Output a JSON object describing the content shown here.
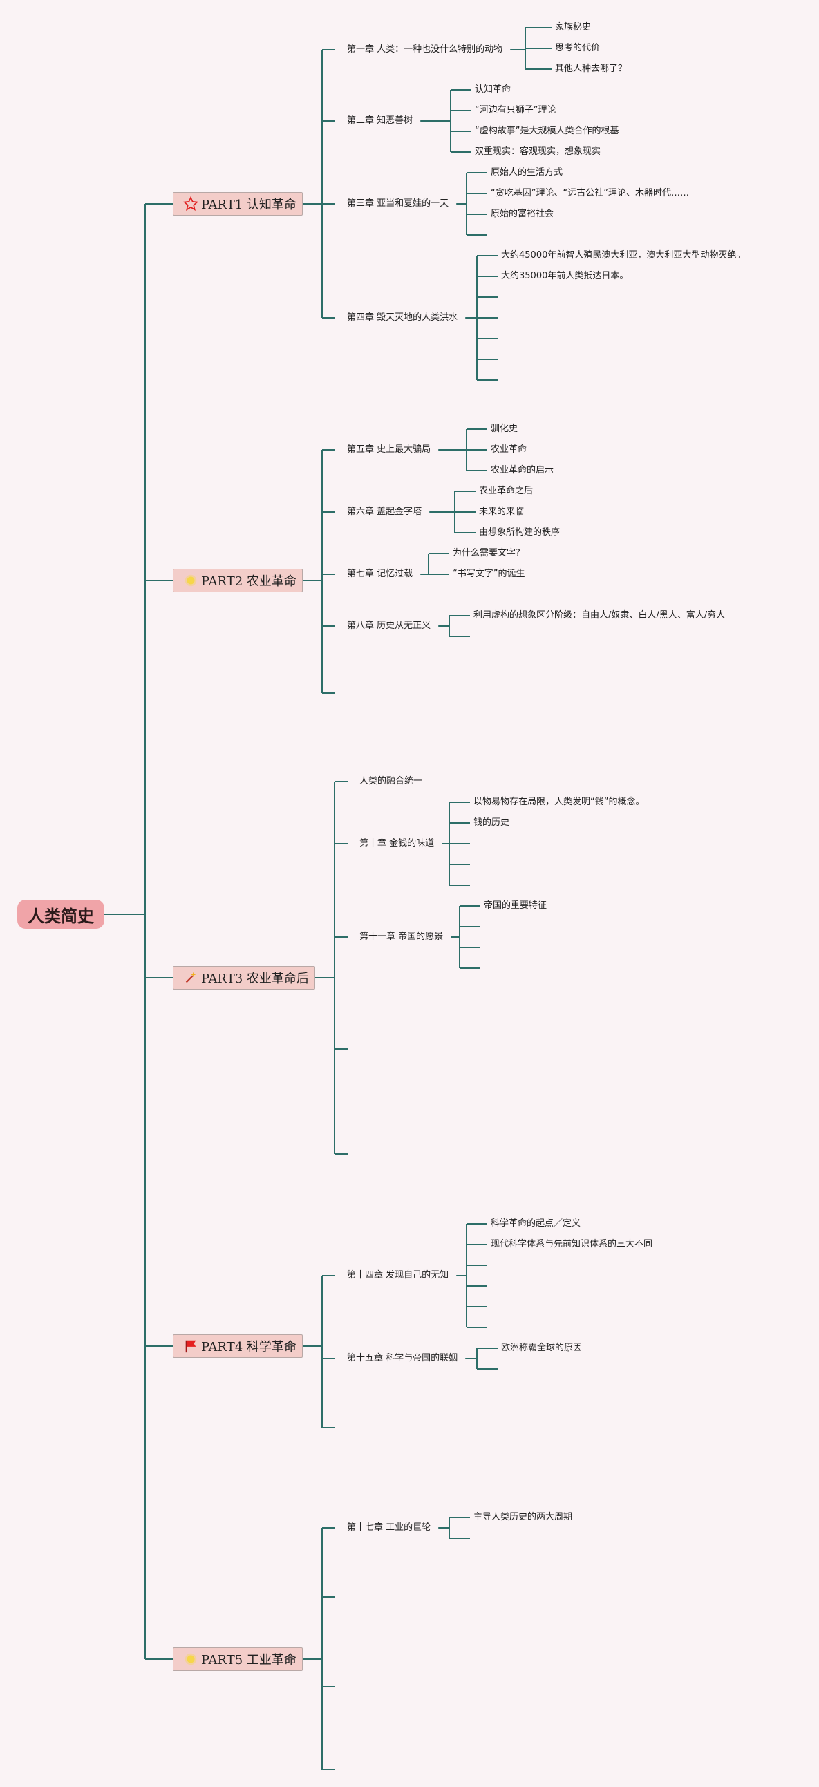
{
  "root": "人类简史",
  "parts": [
    {
      "label": "PART1 认知革命",
      "icon": "star-outline-icon",
      "chapters": [
        {
          "title": "第一章 人类：一种也没什么特别的动物",
          "items": [
            "家族秘史",
            "思考的代价",
            "其他人种去哪了？"
          ]
        },
        {
          "title": "第二章 知恶善树",
          "items": [
            "认知革命",
            "“河边有只狮子”理论",
            "“虚构故事”是大规模人类合作的根基",
            "双重现实：客观现实，想象现实"
          ]
        },
        {
          "title": "第三章 亚当和夏娃的一天",
          "items": [
            "原始人的生活方式",
            "“贪吃基因”理论、“远古公社”理论、木器时代……",
            "原始的富裕社会",
            ""
          ]
        },
        {
          "title": "第四章 毁天灭地的人类洪水",
          "items": [
            "大约45000年前智人殖民澳大利亚，澳大利亚大型动物灭绝。",
            "大约35000年前人类抵达日本。",
            "",
            "",
            "",
            "",
            ""
          ]
        }
      ]
    },
    {
      "label": "PART2 农业革命",
      "icon": "sun-icon",
      "chapters": [
        {
          "title": "第五章 史上最大骗局",
          "items": [
            "驯化史",
            "农业革命",
            "农业革命的启示"
          ]
        },
        {
          "title": "第六章 盖起金字塔",
          "items": [
            "农业革命之后",
            "未来的来临",
            "由想象所构建的秩序"
          ]
        },
        {
          "title": "第七章 记忆过载",
          "items": [
            "为什么需要文字?",
            "“书写文字”的诞生"
          ]
        },
        {
          "title": "第八章 历史从无正义",
          "items": [
            "利用虚构的想象区分阶级：自由人/奴隶、白人/黑人、富人/穷人",
            ""
          ]
        },
        {
          "title": "",
          "items": []
        }
      ]
    },
    {
      "label": "PART3 农业革命后",
      "icon": "magic-wand-icon",
      "chapters": [
        {
          "title": "人类的融合统一",
          "items": []
        },
        {
          "title": "第十章 金钱的味道",
          "items": [
            "以物易物存在局限，人类发明“钱”的概念。",
            "钱的历史",
            "",
            "",
            ""
          ]
        },
        {
          "title": "第十一章 帝国的愿景",
          "items": [
            "帝国的重要特征",
            "",
            "",
            ""
          ]
        },
        {
          "title": "",
          "items": []
        },
        {
          "title": "",
          "items": []
        }
      ]
    },
    {
      "label": "PART4 科学革命",
      "icon": "red-flag-icon",
      "chapters": [
        {
          "title": "第十四章 发现自己的无知",
          "items": [
            "科学革命的起点／定义",
            "现代科学体系与先前知识体系的三大不同",
            "",
            "",
            "",
            ""
          ]
        },
        {
          "title": "第十五章 科学与帝国的联姻",
          "items": [
            "欧洲称霸全球的原因",
            ""
          ]
        },
        {
          "title": "",
          "items": []
        }
      ]
    },
    {
      "label": "PART5 工业革命",
      "icon": "sun-icon",
      "chapters": [
        {
          "title": "第十七章 工业的巨轮",
          "items": [
            "主导人类历史的两大周期",
            ""
          ]
        },
        {
          "title": "",
          "items": []
        },
        {
          "title": "",
          "items": []
        },
        {
          "title": "",
          "items": []
        }
      ]
    }
  ],
  "colors": {
    "line": "#2d6e68",
    "root_bg": "#f0a4a8",
    "part_bg": "#f3cdc9",
    "background": "#faf3f5"
  }
}
